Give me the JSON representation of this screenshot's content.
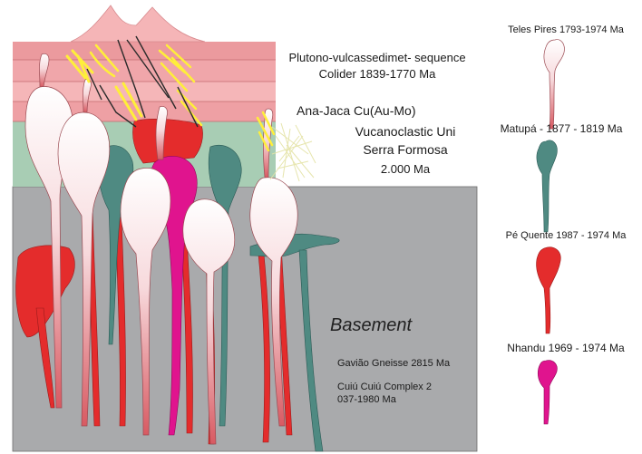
{
  "sequences": {
    "plutono_line1": "Plutono-vulcassedimet- sequence",
    "plutono_line2": "Colider 1839-1770 Ma",
    "ana_jaca": "Ana-Jaca Cu(Au-Mo)",
    "vulcano_line1": "Vucanoclastic Uni",
    "vulcano_line2": "Serra Formosa",
    "vulcano_line3": "2.000 Ma"
  },
  "basement": {
    "title": "Basement",
    "gaviao": "Gavião Gneisse 2815 Ma",
    "cuiu_line1": "Cuiú Cuiú Complex 2",
    "cuiu_line2": "037-1980 Ma"
  },
  "legend": [
    {
      "label": "Teles Pires 1793-1974 Ma",
      "color": "#f5d2d5"
    },
    {
      "label": "Matupá - 1877 - 1819 Ma",
      "color": "#4f8a82"
    },
    {
      "label": "Pé Quente 1987 - 1974 Ma",
      "color": "#e42c2c"
    },
    {
      "label": "Nhandu 1969 - 1974 Ma",
      "color": "#e0148e"
    }
  ],
  "colors": {
    "basement": "#a9aaac",
    "volcanoclastic": "#a8cdb4",
    "sequence_layers": [
      "#eb9a9e",
      "#f0a6aa",
      "#f5b6b8",
      "#eea0a4",
      "#f3adb0"
    ],
    "cone": "#f5b5b7",
    "teles_pires": "#f5d2d5",
    "matupa": "#4f8a82",
    "pe_quente": "#e42c2c",
    "nhandu": "#e0148e",
    "veins": "#ffef3a"
  }
}
